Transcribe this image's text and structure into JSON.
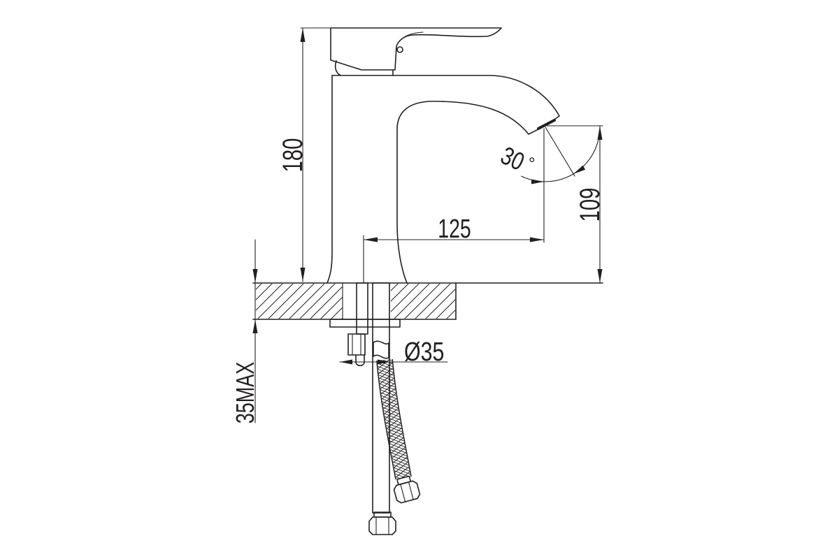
{
  "labels": {
    "height_total": "180",
    "spout_height": "109",
    "reach": "125",
    "angle_value": "30",
    "angle_unit": "°",
    "counter_max": "35MAX",
    "hole_diameter": "Ø35"
  },
  "colors": {
    "line": "#231f20",
    "background": "#ffffff"
  }
}
